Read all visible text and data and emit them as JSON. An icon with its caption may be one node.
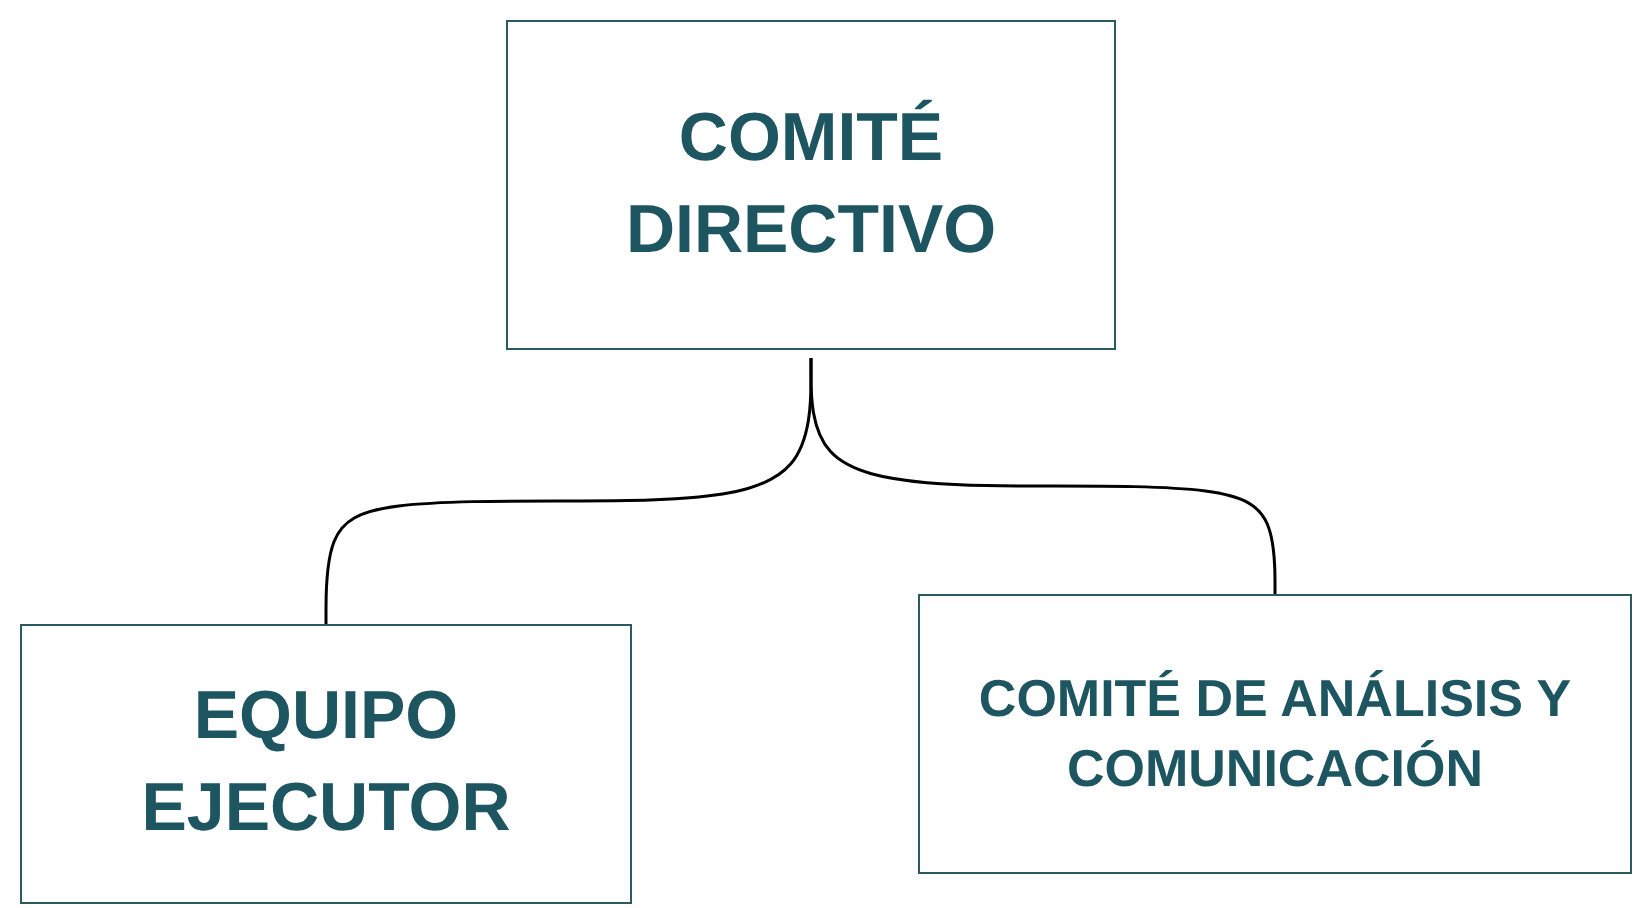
{
  "diagram": {
    "nodes": [
      {
        "text": [
          "COMITÉ DIRECTIVO"
        ]
      },
      {
        "text": [
          "EQUIPO EJECUTOR"
        ]
      },
      {
        "text": [
          "COMITÉ DE ANÁLISIS Y COMUNICACIÓN"
        ]
      }
    ],
    "edges": [
      {
        "from": 0,
        "to": 1,
        "arrow": "none"
      },
      {
        "from": 0,
        "to": 2,
        "arrow": "none"
      }
    ]
  }
}
